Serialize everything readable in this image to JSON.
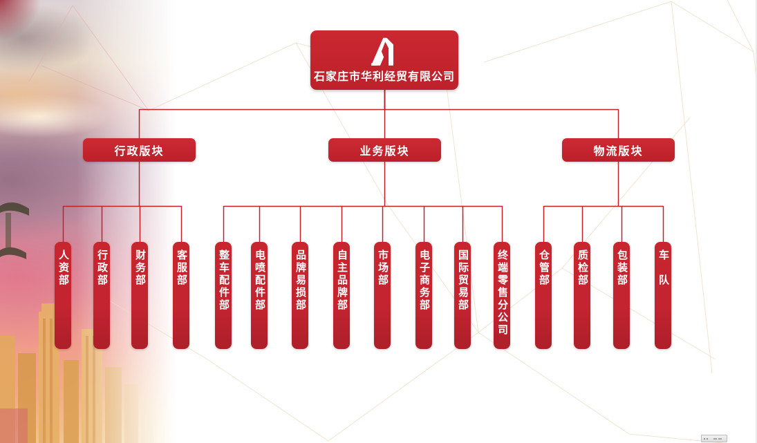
{
  "company": {
    "name": "石家庄市华利经贸有限公司"
  },
  "org": {
    "sections": [
      {
        "label": "行政版块",
        "departments": [
          "人资部",
          "行政部",
          "财务部",
          "客服部"
        ]
      },
      {
        "label": "业务版块",
        "departments": [
          "整车配件部",
          "电喷配件部",
          "品牌易损部",
          "自主品牌部",
          "市场部",
          "电子商务部",
          "国际贸易部",
          "终端零售分公司"
        ]
      },
      {
        "label": "物流版块",
        "departments": [
          "仓管部",
          "质检部",
          "包装部",
          "车　队"
        ]
      }
    ]
  },
  "icons": {
    "logo": "huali-monogram-icon",
    "corner_widget": "mini-scrollbar"
  },
  "colors": {
    "node_red": "#c4252f",
    "line_red": "#c1202b",
    "text_white": "#ffffff"
  }
}
